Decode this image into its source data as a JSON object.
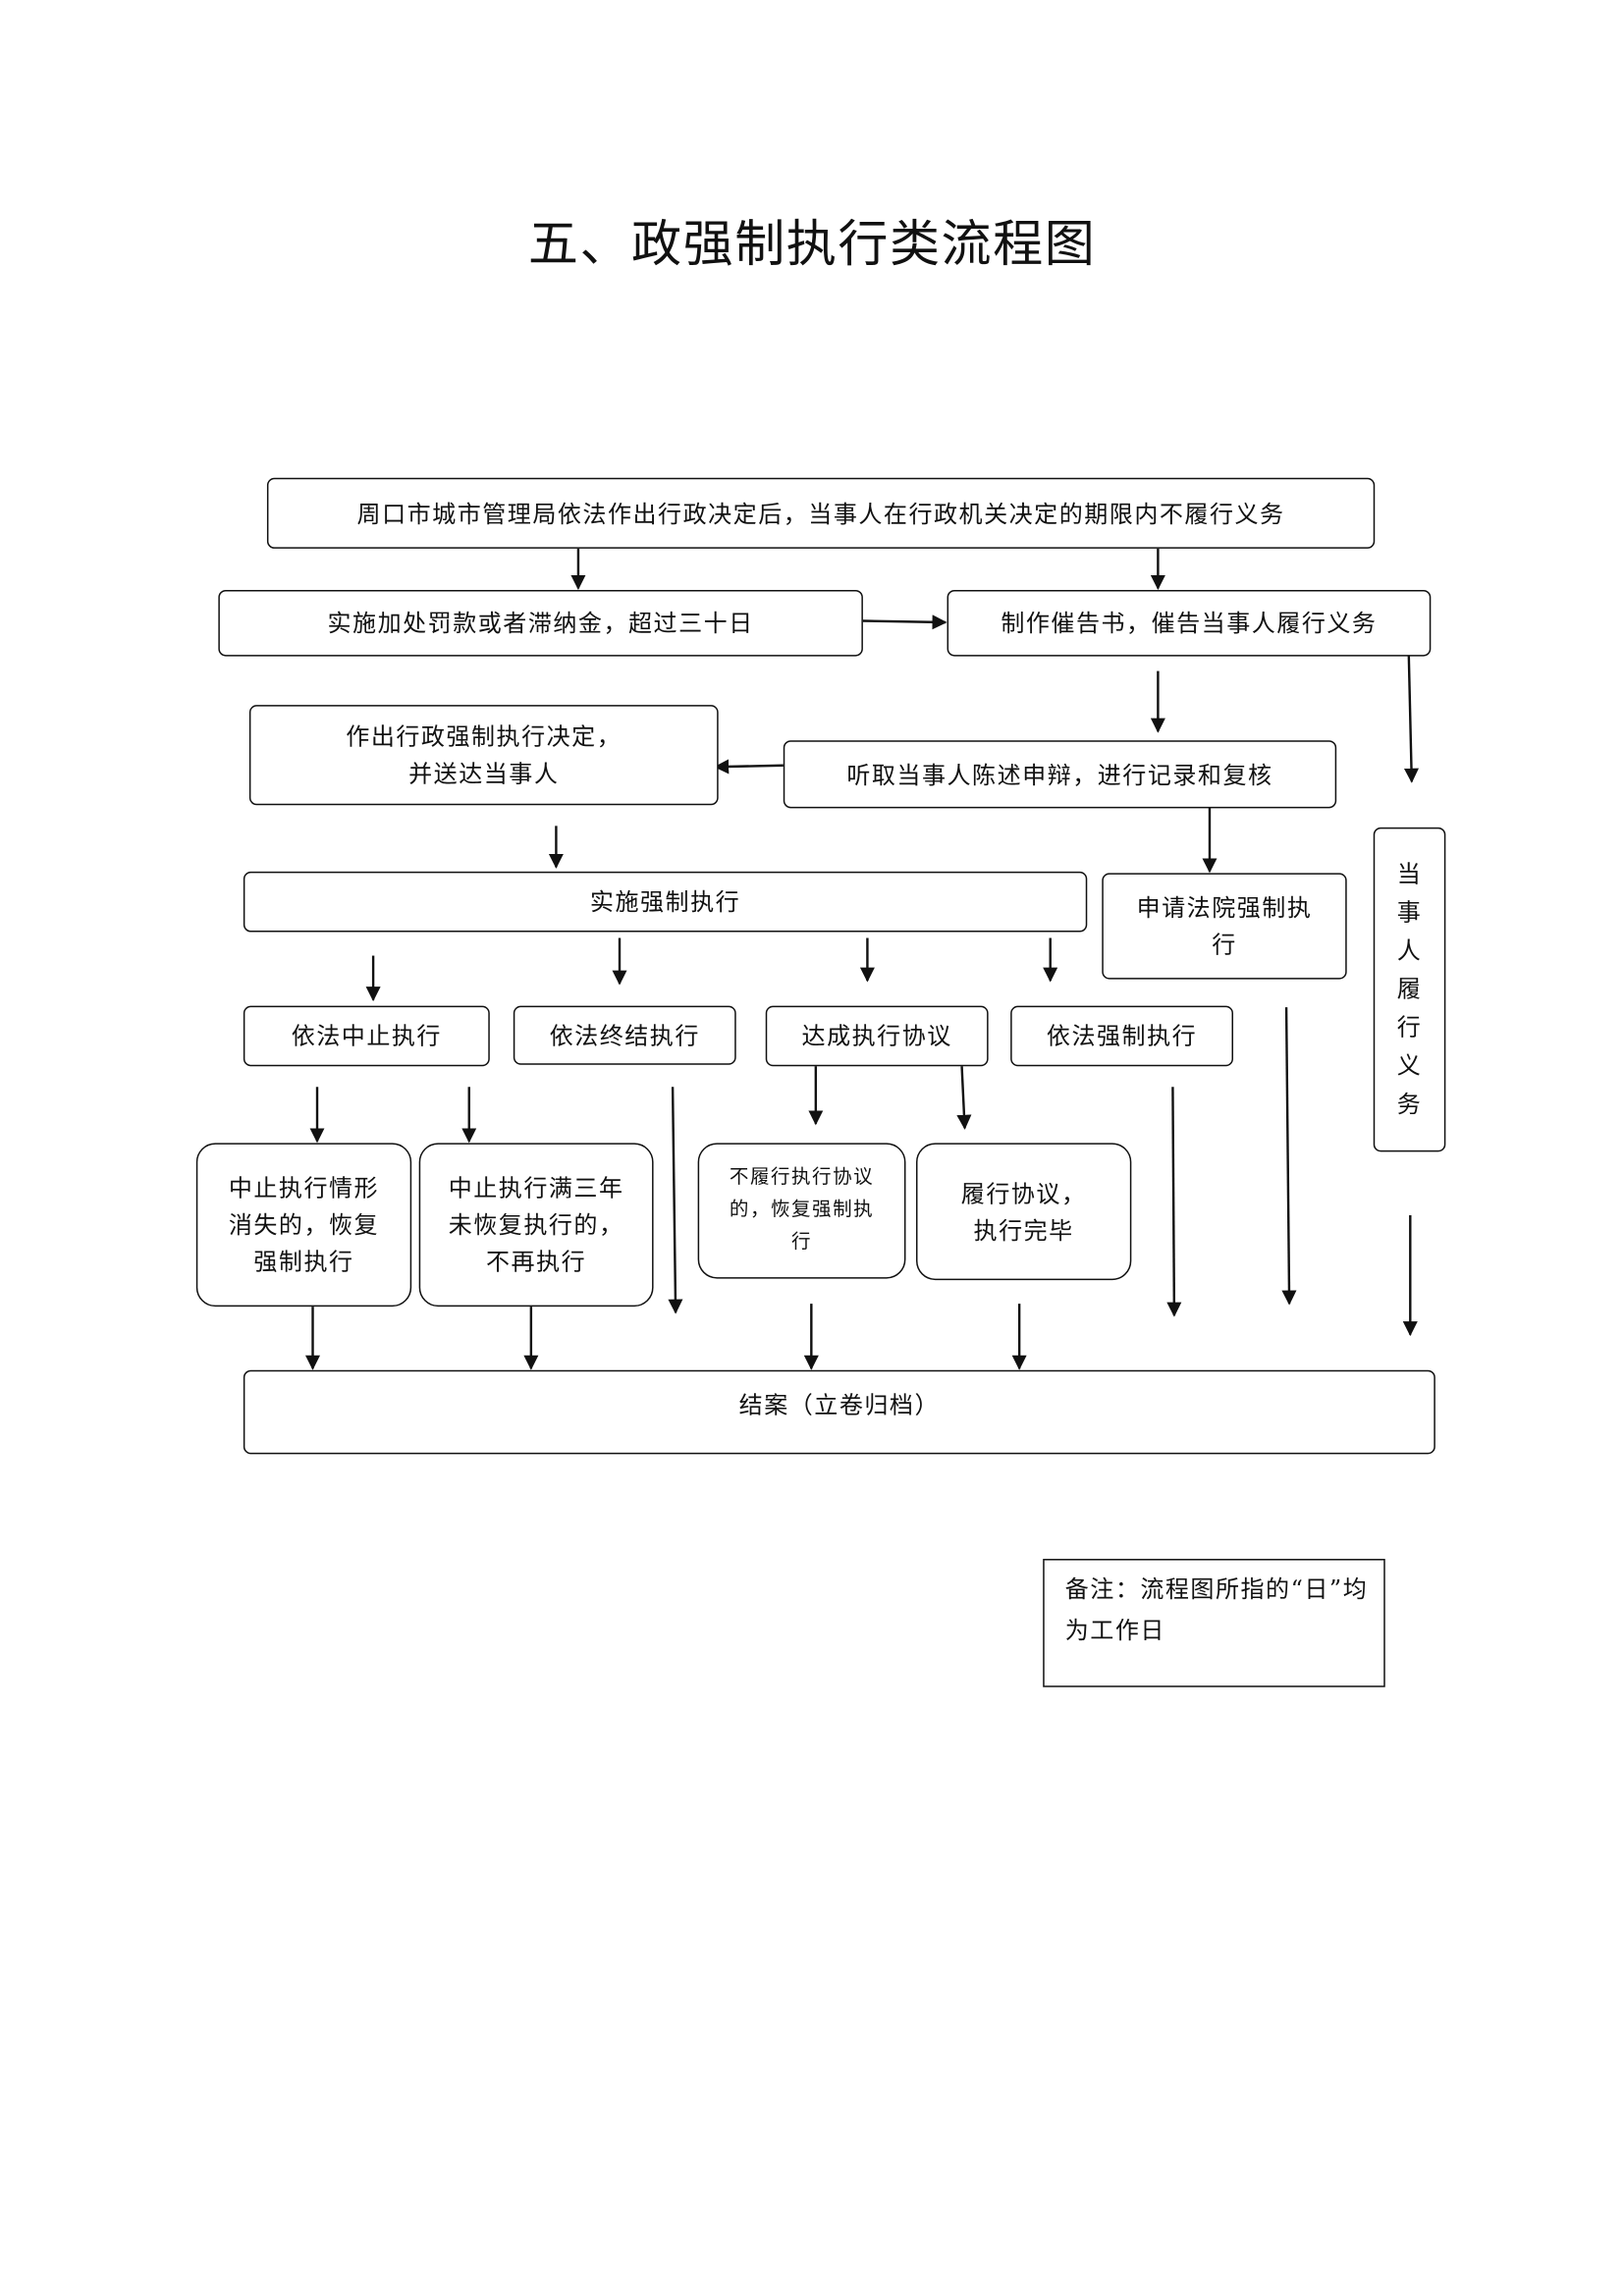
{
  "title": "五、政强制执行类流程图",
  "nodes": {
    "start": "周口市城市管理局依法作出行政决定后，当事人在行政机关决定的期限内不履行义务",
    "penalty": "实施加处罚款或者滞纳金，超过三十日",
    "notice": "制作催告书，催告当事人履行义务",
    "decision_line1": "作出行政强制执行决定，",
    "decision_line2": "并送达当事人",
    "hearing": "听取当事人陈述申辩，进行记录和复核",
    "implement": "实施强制执行",
    "court": "申请法院强制执行",
    "fulfilled": "当事人履行义务",
    "suspend": "依法中止执行",
    "terminate": "依法终结执行",
    "agreement": "达成执行协议",
    "enforce": "依法强制执行",
    "resume": "中止执行情形消失的，恢复强制执行",
    "no_resume": "中止执行满三年未恢复执行的，不再执行",
    "breach": "不履行执行协议的，恢复强制执行",
    "complete": "履行协议，执行完毕",
    "close": "结案（立卷归档）"
  },
  "note": "备注：流程图所指的“日”均为工作日"
}
